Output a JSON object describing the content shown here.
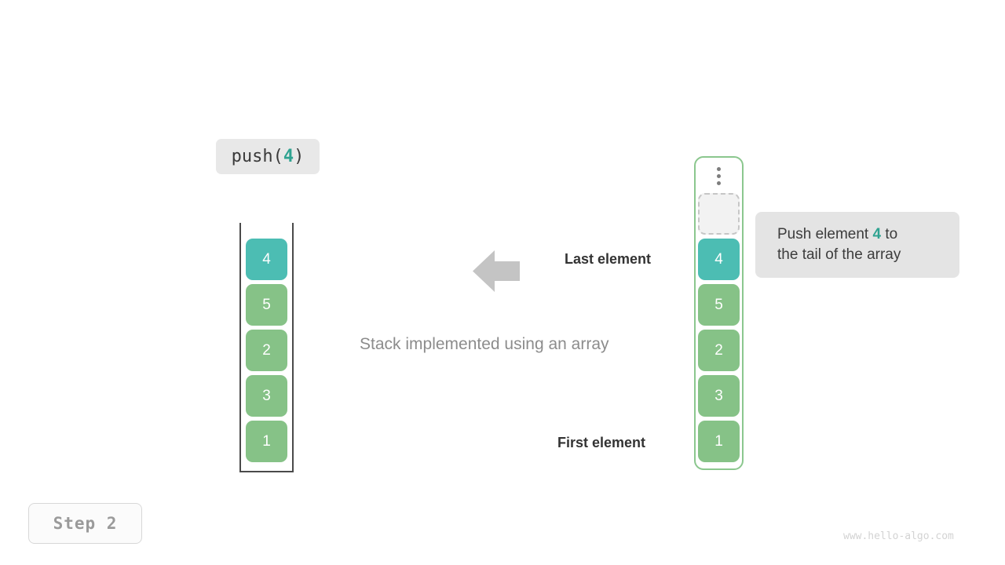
{
  "operation": {
    "prefix": "push(",
    "value": "4",
    "suffix": ")"
  },
  "stack_view": {
    "caption": "Stack implemented using an array",
    "cells": [
      {
        "value": "4",
        "color": "teal"
      },
      {
        "value": "5",
        "color": "green"
      },
      {
        "value": "2",
        "color": "green"
      },
      {
        "value": "3",
        "color": "green"
      },
      {
        "value": "1",
        "color": "green"
      }
    ]
  },
  "array_view": {
    "ellipsis_icon": "vertical-ellipsis",
    "placeholder": "",
    "cells": [
      {
        "value": "4",
        "color": "teal"
      },
      {
        "value": "5",
        "color": "green"
      },
      {
        "value": "2",
        "color": "green"
      },
      {
        "value": "3",
        "color": "green"
      },
      {
        "value": "1",
        "color": "green"
      }
    ]
  },
  "tooltip": {
    "line1_before": "Push element ",
    "line1_value": "4",
    "line1_after": " to",
    "line2": "the tail of the array"
  },
  "annotations": {
    "arrow_icon": "arrow-left",
    "last_element": "Last element",
    "first_element": "First element"
  },
  "step_badge": "Step 2",
  "watermark": "www.hello-algo.com",
  "colors": {
    "teal": "#4cbdb3",
    "green": "#86c287",
    "accent_text": "#2fa391",
    "array_border": "#8bc78e",
    "tooltip_bg": "#e4e4e4",
    "label_bg": "#e8e8e8",
    "arrow": "#c4c4c4"
  }
}
